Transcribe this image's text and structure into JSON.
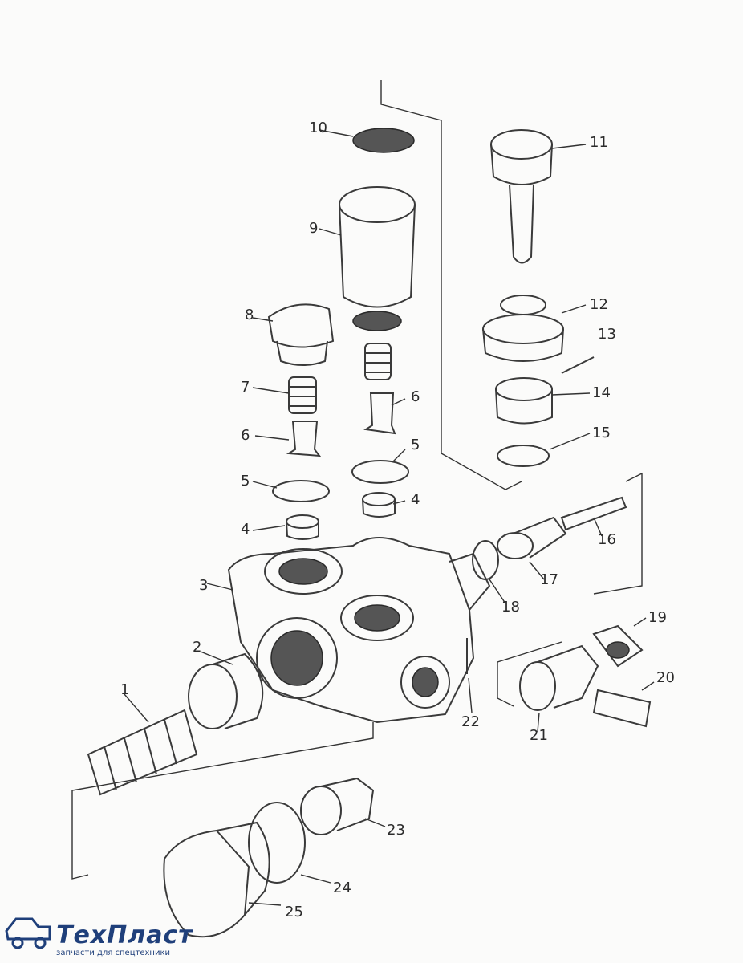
{
  "callouts": [
    "1",
    "2",
    "3",
    "4",
    "4",
    "5",
    "5",
    "6",
    "6",
    "7",
    "8",
    "9",
    "10",
    "11",
    "12",
    "13",
    "14",
    "15",
    "16",
    "17",
    "18",
    "19",
    "20",
    "21",
    "22",
    "23",
    "24",
    "25"
  ],
  "brand": {
    "name": "ТехПласт",
    "tagline": "запчасти для спецтехники"
  }
}
